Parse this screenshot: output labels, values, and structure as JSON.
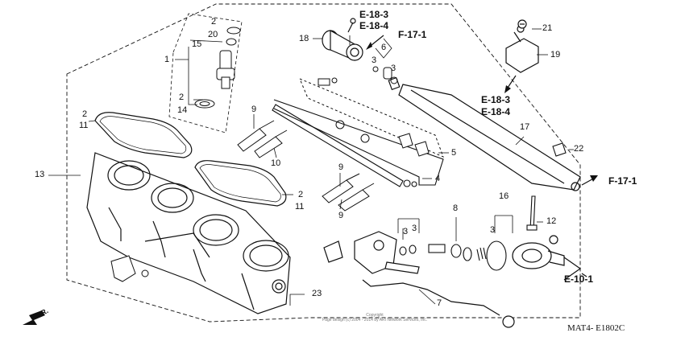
{
  "diagram": {
    "code": "MAT4- E1802C",
    "copyright_line1": "Copyright",
    "copyright_line2": "Page design (c) 2004 - 2014 by ARI Network Services, Inc.",
    "direction_label": "FR."
  },
  "refs": {
    "r1": "E-18-3",
    "r2": "E-18-4",
    "r3": "F-17-1",
    "r4": "E-18-3",
    "r5": "E-18-4",
    "r6": "F-17-1",
    "r7": "E-10-1"
  },
  "parts": {
    "p1": "1",
    "p2a": "2",
    "p20": "20",
    "p15": "15",
    "p2b": "2",
    "p14": "14",
    "p2c": "2",
    "p11a": "11",
    "p13": "13",
    "p9a": "9",
    "p10": "10",
    "p9b": "9",
    "p9c": "9",
    "p2d": "2",
    "p11b": "11",
    "p18": "18",
    "p6": "6",
    "p3a": "3",
    "p3b": "3",
    "p5": "5",
    "p4": "4",
    "p21": "21",
    "p19": "19",
    "p17": "17",
    "p22": "22",
    "p16": "16",
    "p12": "12",
    "p8": "8",
    "p3c": "3",
    "p3d": "3",
    "p3e": "3",
    "p7": "7",
    "p23": "23"
  }
}
